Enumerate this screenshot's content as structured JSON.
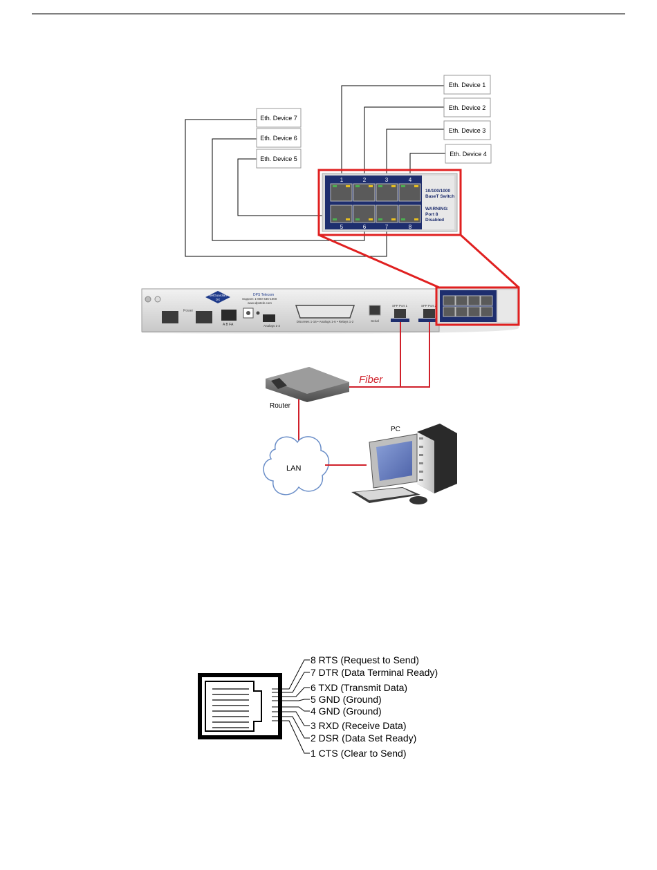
{
  "switch_diagram": {
    "eth_devices": [
      "Eth. Device 1",
      "Eth. Device 2",
      "Eth. Device 3",
      "Eth. Device 4",
      "Eth. Device 5",
      "Eth. Device 6",
      "Eth. Device 7"
    ],
    "port_numbers_top": [
      "1",
      "2",
      "3",
      "4"
    ],
    "port_numbers_bottom": [
      "5",
      "6",
      "7",
      "8"
    ],
    "switch_title_line1": "10/100/1000",
    "switch_title_line2": "BaseT Switch",
    "warning_line1": "WARNING:",
    "warning_line2": "Port 8",
    "warning_line3": "Disabled",
    "highlight_color": "#e02020"
  },
  "chassis": {
    "logo_text_1": "NetGuardian",
    "logo_text_2": "DX",
    "company_name": "DPS Telecom",
    "support_line": "Support: 1-800-436-1000",
    "website": "www.dpstele.com",
    "power_label": "Power",
    "terminal_label": "A  B  FA",
    "analogs_label": "Analogs 1-2",
    "discretes_label": "Discretes 1-16 • Analogs 1-6 • Relays 1-2",
    "serial_label": "Serial",
    "sfp1_label": "SFP Port 1",
    "sfp2_label": "SFP Port 2"
  },
  "network": {
    "fiber_label": "Fiber",
    "router_label": "Router",
    "lan_label": "LAN",
    "pc_label": "PC",
    "fiber_color": "#d0202a"
  },
  "pinout": {
    "pins": [
      "8 RTS (Request to Send)",
      "7 DTR (Data Terminal Ready)",
      "6 TXD (Transmit Data)",
      "5 GND (Ground)",
      "4 GND (Ground)",
      "3 RXD (Receive Data)",
      "2 DSR (Data Set Ready)",
      "1 CTS (Clear to Send)"
    ]
  }
}
